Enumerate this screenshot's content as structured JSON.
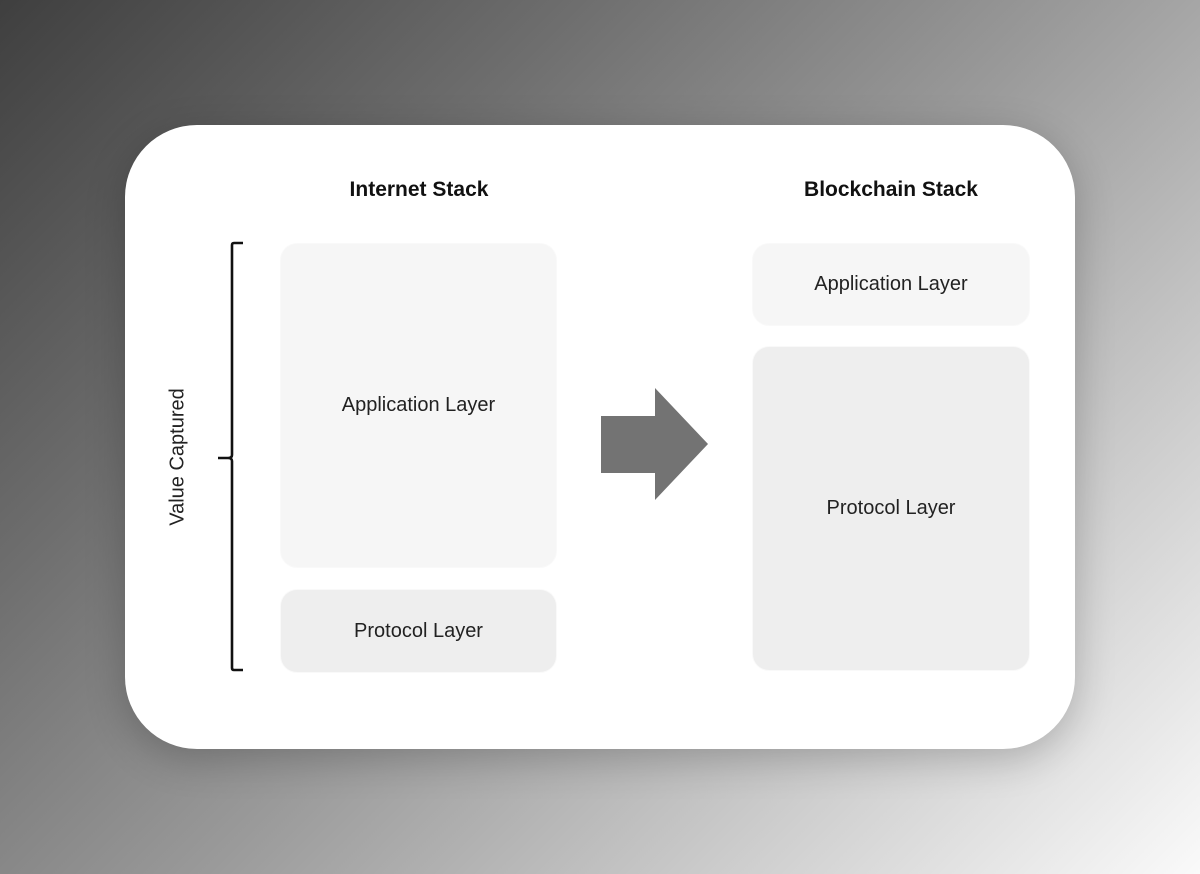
{
  "diagram": {
    "left_stack": {
      "title": "Internet Stack",
      "layers": [
        {
          "label": "Application Layer",
          "relative_size": "large"
        },
        {
          "label": "Protocol Layer",
          "relative_size": "small"
        }
      ]
    },
    "right_stack": {
      "title": "Blockchain Stack",
      "layers": [
        {
          "label": "Application Layer",
          "relative_size": "small"
        },
        {
          "label": "Protocol Layer",
          "relative_size": "large"
        }
      ]
    },
    "bracket_label": "Value Captured",
    "transition": "arrow-right",
    "colors": {
      "application_fill": "#f6f6f6",
      "protocol_fill": "#eeeeee",
      "arrow": "#737373",
      "text": "#222222"
    }
  }
}
